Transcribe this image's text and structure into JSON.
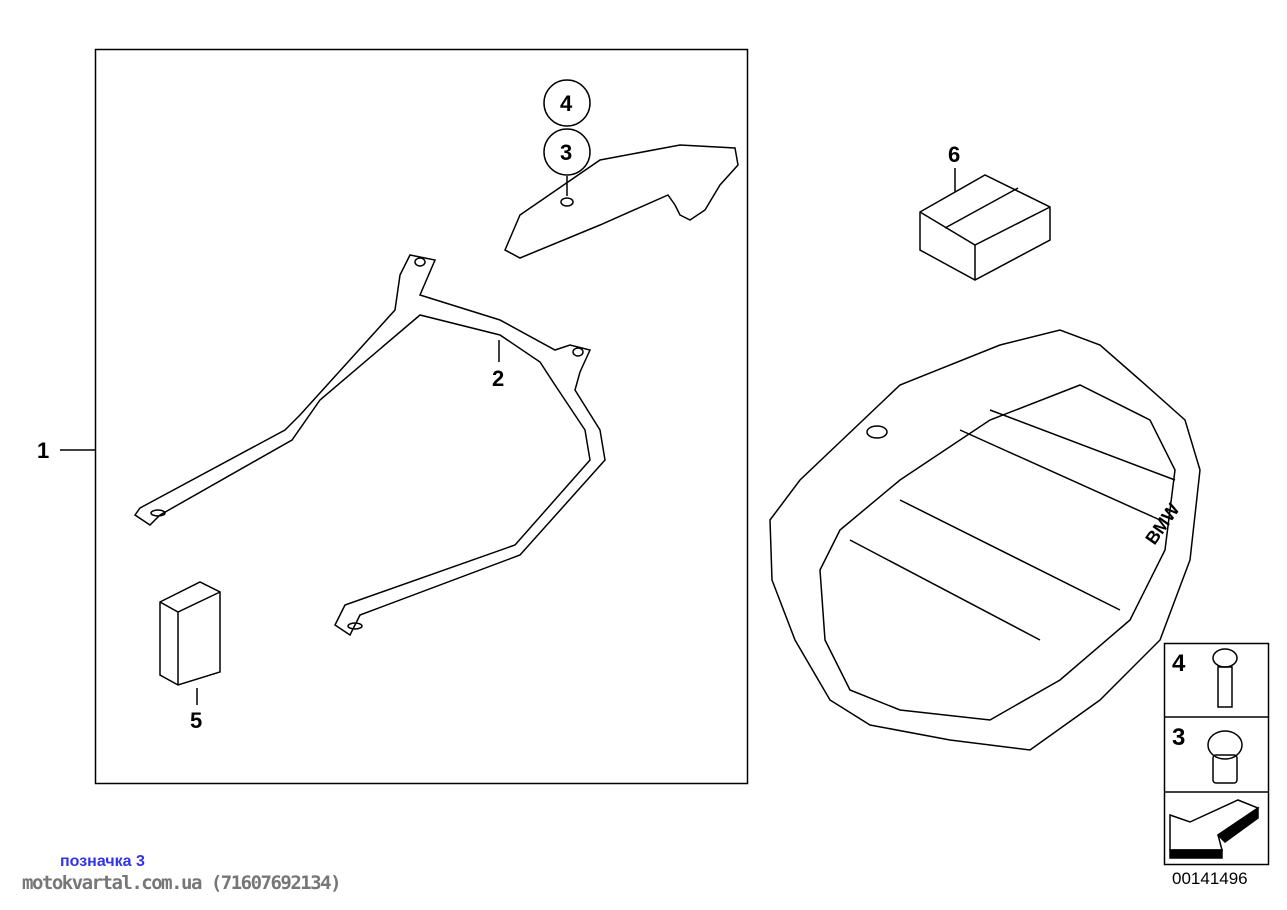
{
  "diagram": {
    "part_labels": {
      "p1": "1",
      "p2": "2",
      "p3": "3",
      "p4": "4",
      "p5": "5",
      "p6": "6"
    },
    "legend": {
      "item_a": "4",
      "item_b": "3"
    },
    "diagram_code": "00141496",
    "case_logo": "BMW"
  },
  "footer": {
    "note": "позначка 3",
    "watermark": "motokvartal.com.ua (71607692134)"
  }
}
